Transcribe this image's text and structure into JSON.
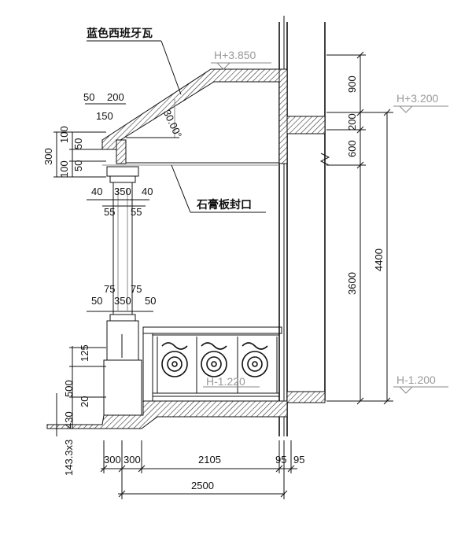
{
  "labels": {
    "roof_tile": "蓝色西班牙瓦",
    "gypsum_soffit": "石膏板封口",
    "roof_angle": "30.00°"
  },
  "levels": {
    "ridge": "H+3.850",
    "upper_floor": "H+3.200",
    "balcony_floor": "H-1.220",
    "lower_floor": "H-1.200"
  },
  "dims_left": {
    "top_50": "50",
    "top_200": "200",
    "top_150": "150",
    "v_100a": "100",
    "v_50a": "50",
    "v_300": "300",
    "v_50b": "50",
    "v_100b": "100",
    "cap_40a": "40",
    "cap_350": "350",
    "cap_40b": "40",
    "cap_55a": "55",
    "cap_55b": "55",
    "base_75a": "75",
    "base_75b": "75",
    "base_50a": "50",
    "base_350": "350",
    "base_50b": "50",
    "ped_125": "125",
    "ped_500": "500",
    "ped_20": "20",
    "stair_430": "430",
    "stair_step": "143.3x3"
  },
  "dims_right": {
    "d_900": "900",
    "d_200": "200",
    "d_600": "600",
    "d_3600": "3600",
    "d_4400": "4400"
  },
  "dims_bottom": {
    "b_300a": "300",
    "b_300b": "300",
    "b_2105": "2105",
    "b_95a": "95",
    "b_95b": "95",
    "b_2500": "2500"
  }
}
